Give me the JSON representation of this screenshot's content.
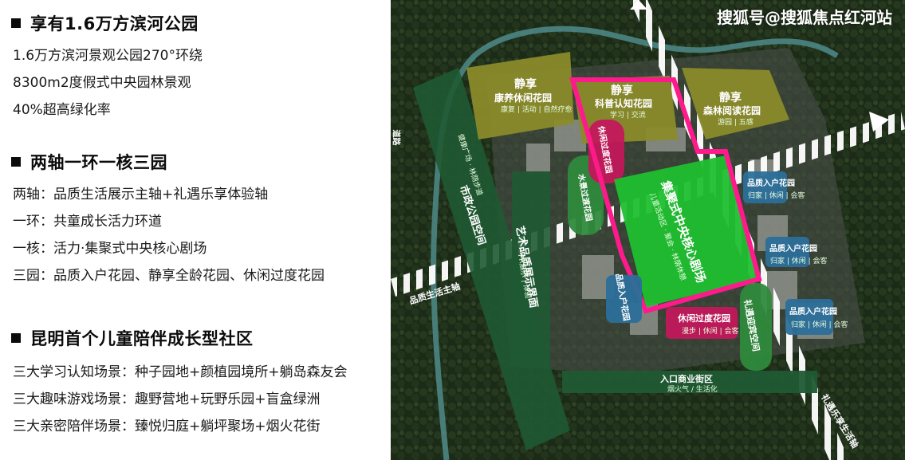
{
  "sections": [
    {
      "title": "享有1.6万方滨河公园",
      "lines": [
        "1.6万方滨河景观公园270°环绕",
        "8300m2度假式中央园林景观",
        "40%超高绿化率"
      ]
    },
    {
      "title": "两轴一环一核三园",
      "lines": [
        "两轴：品质生活展示主轴+礼遇乐享体验轴",
        "一环：共童成长活力环道",
        "一核：活力·集聚式中央核心剧场",
        "三园：品质入户花园、静享全龄花园、休闲过度花园"
      ]
    },
    {
      "title": "昆明首个儿童陪伴成长型社区",
      "lines": [
        "三大学习认知场景：种子园地+颜植园境所+躺岛森友会",
        "三大趣味游戏场景：趣野营地+玩野乐园+盲盒绿洲",
        "三大亲密陪伴场景：臻悦归庭+躺坪聚场+烟火花街"
      ]
    }
  ],
  "map": {
    "watermark": "搜狐号@搜狐焦点红河站",
    "zones": {
      "jingxiang1_title": "静享",
      "jingxiang1_name": "康养休闲花园",
      "jingxiang1_sub": "康复 | 活动 | 自然疗愈",
      "jingxiang2_title": "静享",
      "jingxiang2_name": "科普认知花园",
      "jingxiang2_sub": "学习 | 交流",
      "jingxiang3_title": "静享",
      "jingxiang3_name": "森林阅读花园",
      "jingxiang3_sub": "游园 | 五感",
      "city_park": "市政公园空间",
      "city_park_sub": "健康广场 · 林荫步道",
      "art_gallery": "艺术品质展示界面",
      "art_gallery_sub": "PR展示 | 体验",
      "water": "水景过渡花园",
      "leisure_top": "休闲过度花园",
      "core": "集聚式中央核心剧场",
      "core_sub": "儿童活动区 · 聚会 · 林荫休憩",
      "entry1": "品质入户花园",
      "entry2": "品质入户花园",
      "entry3": "品质入户花园",
      "entry4": "品质入户花园",
      "entry_sub": "归家 | 休闲 | 会客",
      "leisure_bottom": "休闲过度花园",
      "leisure_bottom_sub": "漫步 | 休闲 | 会客",
      "liyu": "礼遇迎宾空间",
      "commercial": "入口商业街区",
      "commercial_sub": "烟火气 / 生活化",
      "axis_main": "品质生活主轴",
      "axis_liyu": "礼遇乐享生活轴",
      "road_label": "道路"
    },
    "colors": {
      "yellow_zone": "#8a8a2a",
      "dark_green_zone": "#1f5a33",
      "mid_green_zone": "#2e8a3c",
      "core_green": "#1fbf2f",
      "pink_zone": "#c2185b",
      "blue_zone": "#2b6f9a",
      "magenta_ring": "#ff1a8c"
    }
  }
}
